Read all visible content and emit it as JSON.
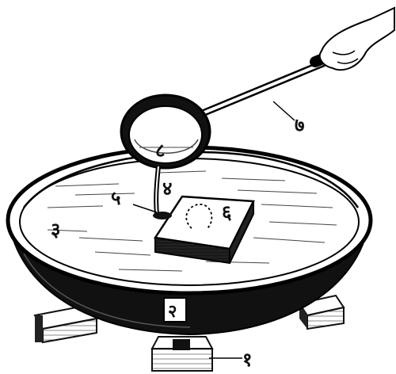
{
  "labels": {
    "l1": "१",
    "l2": "२",
    "l3": "३",
    "l4": "४",
    "l5": "५",
    "l6": "६",
    "l7": "७",
    "l8": "८"
  }
}
